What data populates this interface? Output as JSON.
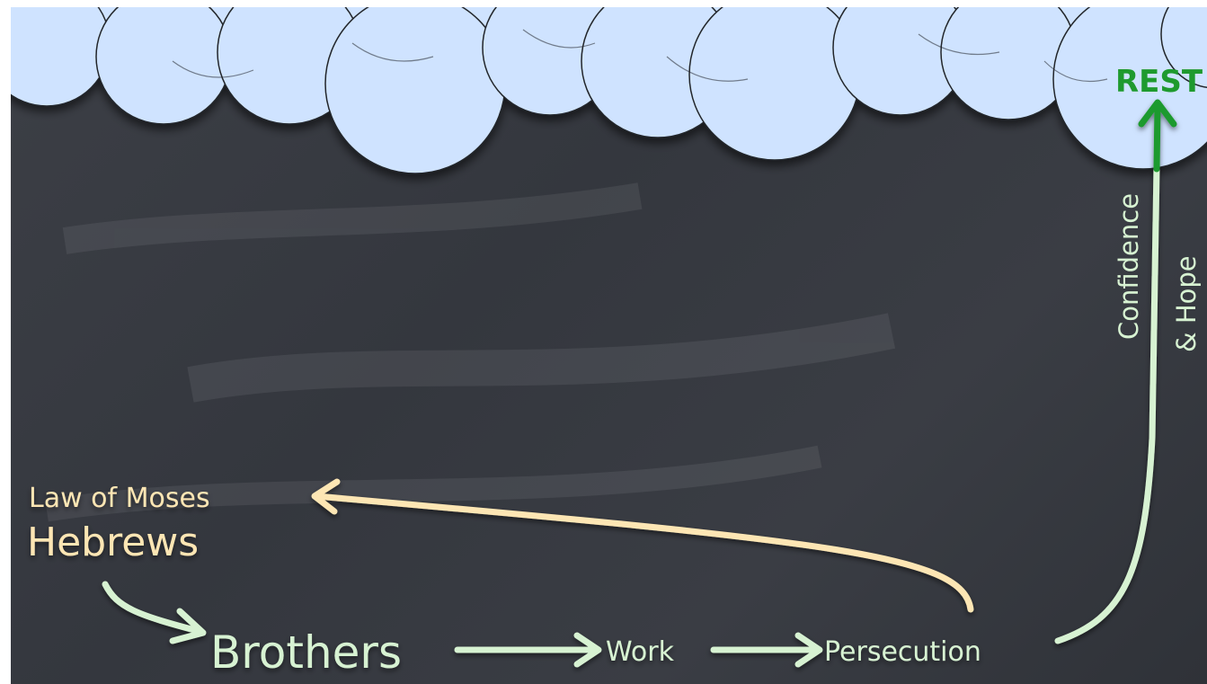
{
  "colors": {
    "board": "#3a3d44",
    "cloud": "#cfe3ff",
    "cloud_shadow": "#1e2024",
    "mint": "#d7f2d2",
    "cream": "#fde6b4",
    "green": "#1f9a2e"
  },
  "labels": {
    "rest": "REST",
    "confidence": "Confidence",
    "hope": "& Hope",
    "law_of_moses": "Law of Moses",
    "hebrews": "Hebrews",
    "brothers": "Brothers",
    "work": "Work",
    "persecution": "Persecution"
  }
}
